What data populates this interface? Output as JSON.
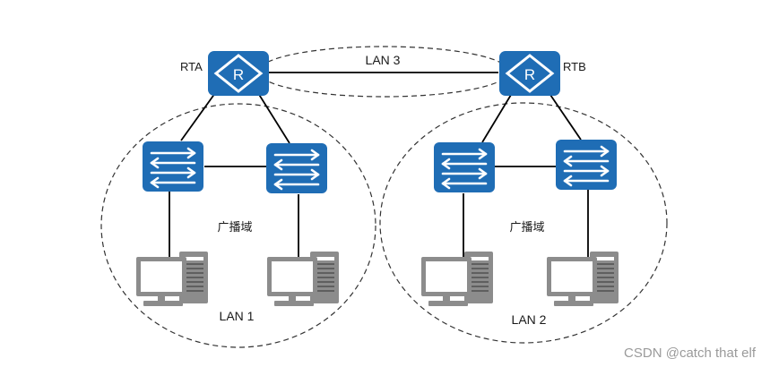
{
  "routers": {
    "rta": {
      "label": "RTA",
      "symbol": "R"
    },
    "rtb": {
      "label": "RTB",
      "symbol": "R"
    }
  },
  "links": {
    "router_link_label": "LAN 3"
  },
  "domains": {
    "left": {
      "broadcast_label": "广播域",
      "lan_label": "LAN 1"
    },
    "right": {
      "broadcast_label": "广播域",
      "lan_label": "LAN 2"
    }
  },
  "watermark": "CSDN @catch that elf",
  "colors": {
    "device_blue": "#1f6db5",
    "device_blue_dark": "#165a99",
    "pc_gray": "#8c8c8c",
    "pc_gray_dark": "#5f5f5f",
    "line": "#000000",
    "dashed": "#333333"
  },
  "icons": {
    "router": "router-icon",
    "switch": "switch-icon",
    "pc": "pc-icon"
  }
}
